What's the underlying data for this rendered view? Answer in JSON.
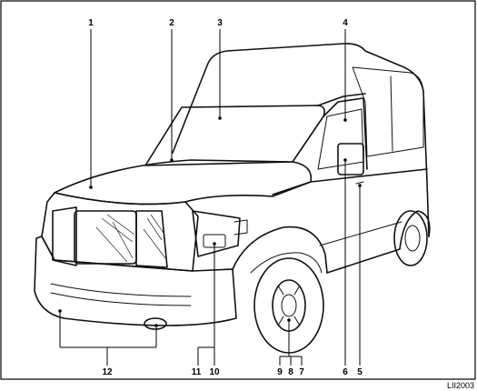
{
  "labels": {
    "l1": "1",
    "l2": "2",
    "l3": "3",
    "l4": "4",
    "l5": "5",
    "l6": "6",
    "l7": "7",
    "l8": "8",
    "l9": "9",
    "l10": "10",
    "l11": "11",
    "l12": "12"
  },
  "figure_code": "LII2003"
}
